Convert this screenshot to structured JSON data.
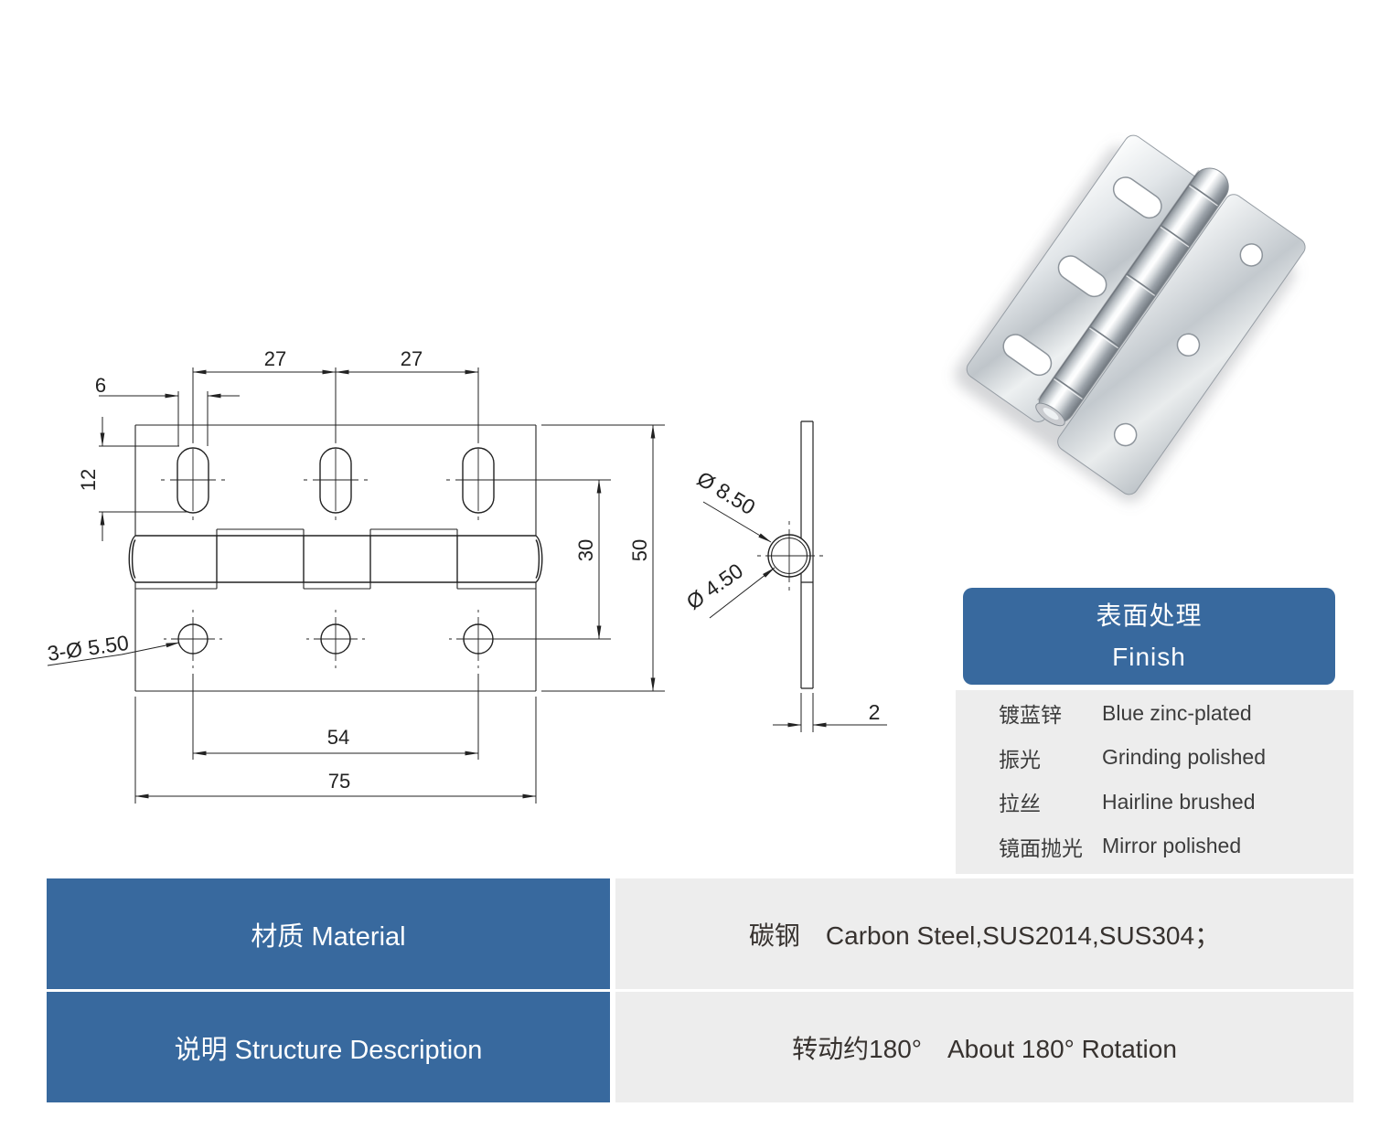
{
  "colors": {
    "accent": "#38699E",
    "panel_gray": "#EDEDED",
    "line_ink": "#222222"
  },
  "drawing": {
    "front": {
      "dim_pitch_left": "27",
      "dim_pitch_right": "27",
      "dim_slot_width": "6",
      "dim_slot_length": "12",
      "dim_row_offset": "30",
      "dim_height": "50",
      "dim_hole_span": "54",
      "dim_width": "75",
      "note_holes": "3-Ø 5.50"
    },
    "side": {
      "dim_knuckle_dia": "Ø 8.50",
      "dim_pin_dia": "Ø 4.50",
      "dim_thickness": "2"
    }
  },
  "finish_card": {
    "title_zh": "表面处理",
    "title_en": "Finish",
    "rows": [
      {
        "zh": "镀蓝锌",
        "en": "Blue zinc-plated"
      },
      {
        "zh": "振光",
        "en": "Grinding polished"
      },
      {
        "zh": "拉丝",
        "en": "Hairline brushed"
      },
      {
        "zh": "镜面抛光",
        "en": "Mirror polished"
      }
    ]
  },
  "spec_table": {
    "rows": [
      {
        "label": "材质 Material",
        "value": "碳钢　Carbon Steel,SUS2014,SUS304；"
      },
      {
        "label": "说明 Structure Description",
        "value": "转动约180°　About 180° Rotation"
      }
    ]
  },
  "product_photo": {
    "name": "stainless-steel-hinge-photo"
  }
}
